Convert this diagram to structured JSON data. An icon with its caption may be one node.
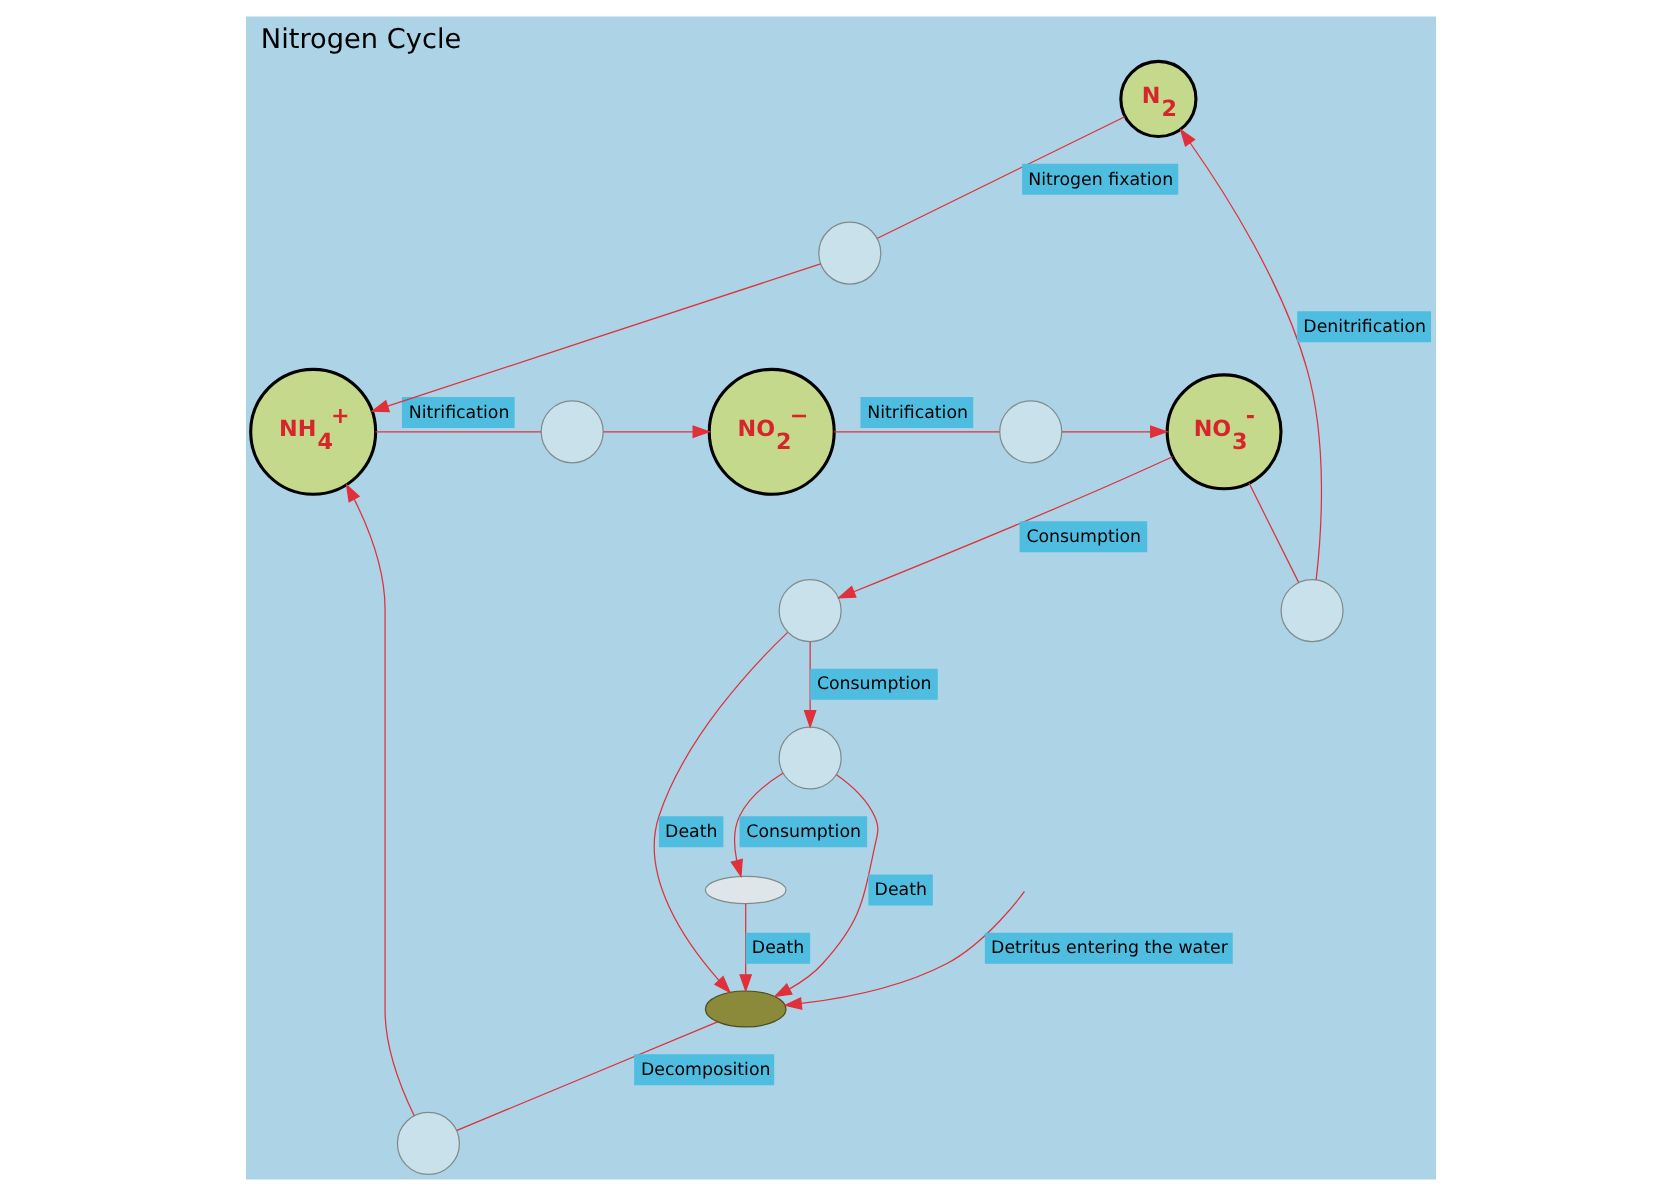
{
  "diagram": {
    "title": "Nitrogen Cycle",
    "nodes": [
      {
        "text": [
          "N$_{2}$"
        ]
      },
      {
        "text": [
          "NH$_{4}$$^{+}$"
        ]
      },
      {
        "text": [
          "NO$_{2}$$^{−}$"
        ]
      },
      {
        "text": [
          "NO$_{3}$$^{-}$"
        ]
      },
      {
        "text": [],
        "shape": "circle"
      },
      {
        "text": [],
        "shape": "circle"
      },
      {
        "text": [],
        "shape": "circle"
      },
      {
        "text": [],
        "shape": "circle"
      },
      {
        "text": [],
        "shape": "circle"
      },
      {
        "text": [],
        "shape": "circle"
      },
      {
        "text": [],
        "shape": "ellipse"
      },
      {
        "text": [],
        "shape": "circle"
      },
      {
        "text": [],
        "shape": "ellipse"
      }
    ],
    "edges": [
      {
        "from": 0,
        "to": 4,
        "arrow": "none",
        "label": "Nitrogen fixation"
      },
      {
        "from": 4,
        "to": 1,
        "arrow": "to"
      },
      {
        "from": 1,
        "to": 6,
        "arrow": "none",
        "label": "Nitrification"
      },
      {
        "from": 6,
        "to": 2,
        "arrow": "to"
      },
      {
        "from": 2,
        "to": 7,
        "arrow": "none",
        "label": "Nitrification"
      },
      {
        "from": 7,
        "to": 3,
        "arrow": "to"
      },
      {
        "from": 3,
        "to": 5,
        "arrow": "none"
      },
      {
        "from": 5,
        "to": 0,
        "arrow": "to",
        "label": "Denitrification"
      },
      {
        "from": 3,
        "to": 11,
        "arrow": "to",
        "label": "Consumption"
      },
      {
        "from": 11,
        "to": 9,
        "arrow": "to",
        "label": "Consumption"
      },
      {
        "from": 9,
        "to": 10,
        "arrow": "to",
        "label": "Consumption"
      },
      {
        "from": 10,
        "to": 12,
        "arrow": "to",
        "label": "Death"
      },
      {
        "from": 9,
        "to": 12,
        "arrow": "to",
        "label": "Death"
      },
      {
        "from": 11,
        "to": 12,
        "arrow": "to",
        "label": "Death"
      },
      {
        "from": 12,
        "to": 8,
        "arrow": "none",
        "label": "Decomposition"
      },
      {
        "from": 8,
        "to": 1,
        "arrow": "to"
      },
      {
        "from": null,
        "to": 12,
        "arrow": "to",
        "label": "Detritus entering the water"
      }
    ]
  }
}
